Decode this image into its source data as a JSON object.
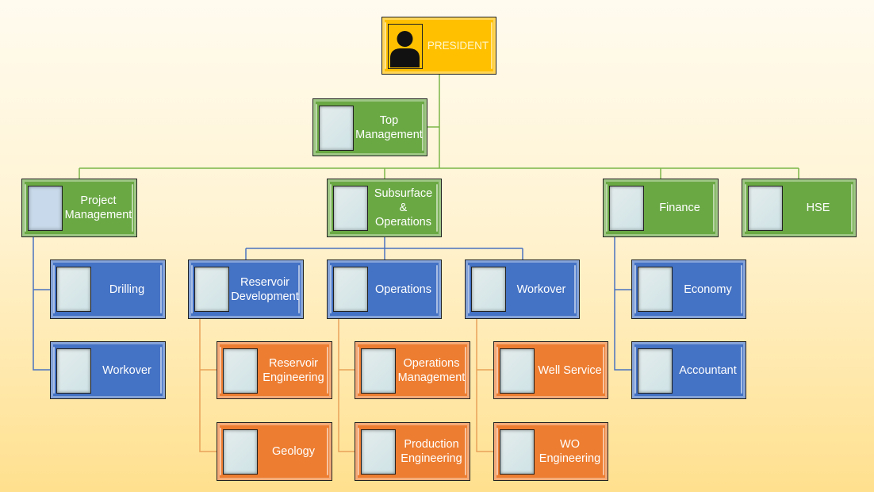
{
  "chart_title": "Organization Chart",
  "colors": {
    "executive": "#ffc000",
    "management": "#6aa844",
    "department": "#4472c4",
    "unit": "#ed7d31",
    "connector_green": "#7ab648",
    "connector_blue": "#4a72c0",
    "connector_gray": "#7f7f7f",
    "connector_orange": "#e8a25a"
  },
  "nodes": {
    "president": {
      "label": "PRESIDENT",
      "icon": "person-icon"
    },
    "top_management": {
      "label": "Top\nManagement"
    },
    "project_management": {
      "label": "Project\nManagement"
    },
    "subsurface_operations": {
      "label": "Subsurface &\nOperations"
    },
    "finance": {
      "label": "Finance"
    },
    "hse": {
      "label": "HSE"
    },
    "drilling": {
      "label": "Drilling"
    },
    "pm_workover": {
      "label": "Workover"
    },
    "reservoir_development": {
      "label": "Reservoir\nDevelopment"
    },
    "operations": {
      "label": "Operations"
    },
    "so_workover": {
      "label": "Workover"
    },
    "economy": {
      "label": "Economy"
    },
    "accountant": {
      "label": "Accountant"
    },
    "reservoir_engineering": {
      "label": "Reservoir\nEngineering"
    },
    "geology": {
      "label": "Geology"
    },
    "operations_management": {
      "label": "Operations\nManagement"
    },
    "production_engineering": {
      "label": "Production\nEngineering"
    },
    "well_service": {
      "label": "Well Service"
    },
    "wo_engineering": {
      "label": "WO\nEngineering"
    }
  }
}
